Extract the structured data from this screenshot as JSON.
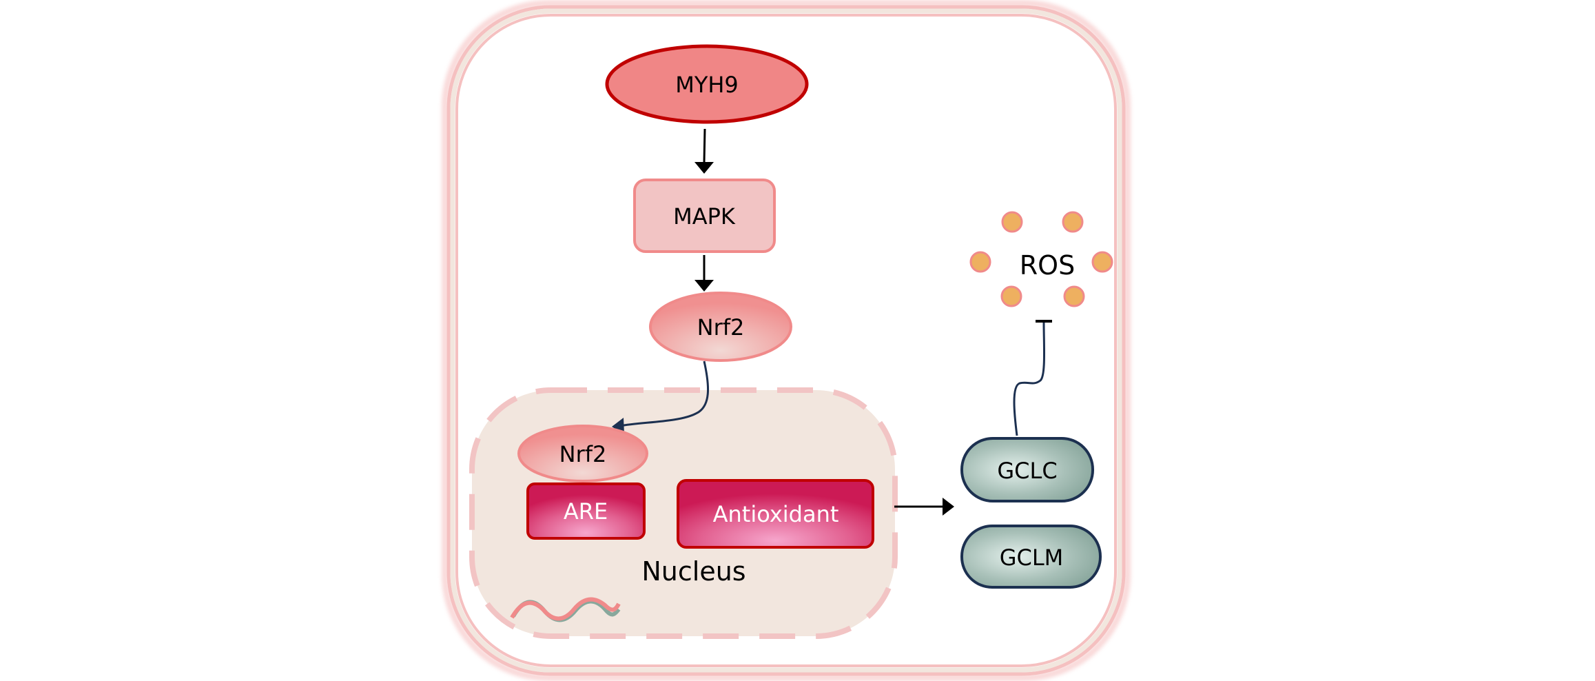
{
  "diagram": {
    "cell": {
      "label": ""
    },
    "nucleus": {
      "label": "Nucleus"
    },
    "nodes": {
      "myh9": {
        "label": "MYH9",
        "shape": "ellipse",
        "fill": "#f08686",
        "stroke": "#c00000"
      },
      "mapk": {
        "label": "MAPK",
        "shape": "rounded-rect",
        "fill": "#f2c4c4",
        "stroke": "#f08a8a"
      },
      "nrf2_cyto": {
        "label": "Nrf2",
        "shape": "ellipse",
        "fill": "#f0aaaa",
        "stroke": "#f08a8a"
      },
      "nrf2_nuc": {
        "label": "Nrf2",
        "shape": "ellipse",
        "fill": "#f0aaaa",
        "stroke": "#f08a8a"
      },
      "are": {
        "label": "ARE",
        "shape": "rounded-rect",
        "fill": "#e05080",
        "stroke": "#c00000"
      },
      "antioxidant": {
        "label": "Antioxidant",
        "shape": "rounded-rect",
        "fill": "#e05080",
        "stroke": "#c00000"
      },
      "gclc": {
        "label": "GCLC",
        "shape": "pill",
        "fill": "#8aa89e",
        "stroke": "#1c3050"
      },
      "gclm": {
        "label": "GCLM",
        "shape": "pill",
        "fill": "#8aa89e",
        "stroke": "#1c3050"
      },
      "ros": {
        "label": "ROS",
        "particle_count": 6,
        "particle_fill": "#eeb060",
        "particle_stroke": "#f08a8a"
      }
    },
    "edges": [
      {
        "from": "MYH9",
        "to": "MAPK",
        "type": "activation"
      },
      {
        "from": "MAPK",
        "to": "Nrf2",
        "type": "activation"
      },
      {
        "from": "Nrf2",
        "to": "Nrf2 (nucleus)",
        "type": "translocation"
      },
      {
        "from": "Antioxidant",
        "to": "GCLC/GCLM",
        "type": "activation"
      },
      {
        "from": "GCLC",
        "to": "ROS",
        "type": "inhibition"
      }
    ],
    "colors": {
      "membrane": "#f5c0c0",
      "membrane_band": "#f2e6de",
      "nucleus_fill": "#f2e6de",
      "nucleus_border": "#f2c4c4",
      "arrow": "#000000",
      "curve": "#1c3050",
      "dna_strand_a": "#88a89c",
      "dna_strand_b": "#f08a8a"
    }
  }
}
